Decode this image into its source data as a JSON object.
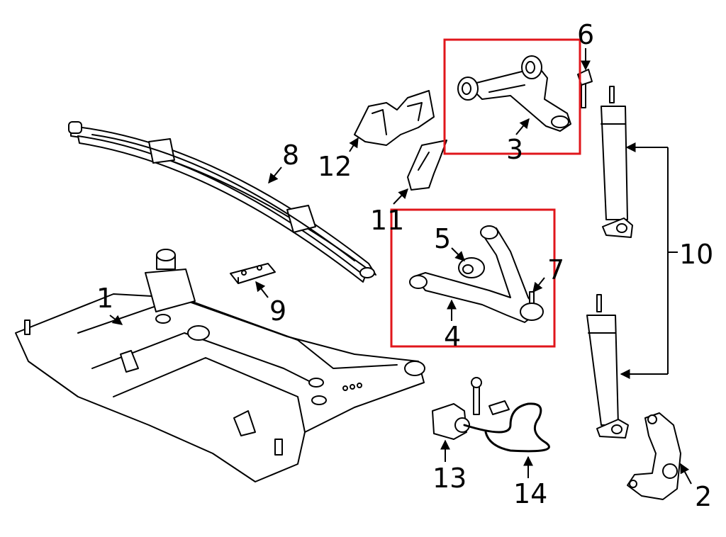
{
  "highlight_color": "#e0161b",
  "callouts": {
    "c1": "1",
    "c2": "2",
    "c3": "3",
    "c4": "4",
    "c5": "5",
    "c6": "6",
    "c7": "7",
    "c8": "8",
    "c9": "9",
    "c10": "10",
    "c11": "11",
    "c12": "12",
    "c13": "13",
    "c14": "14"
  },
  "icons": {
    "crossmember": "crossmember-icon",
    "knuckle": "steering-knuckle-icon",
    "upper_arm": "upper-control-arm-icon",
    "lower_arm": "lower-control-arm-icon",
    "bushing": "bushing-icon",
    "bolt": "bolt-icon",
    "ball_joint": "ball-joint-icon",
    "leaf_spring": "leaf-spring-icon",
    "bracket": "bracket-icon",
    "shock": "shock-absorber-icon",
    "shield": "shield-icon",
    "sensor": "height-sensor-icon",
    "harness": "wiring-harness-icon"
  }
}
